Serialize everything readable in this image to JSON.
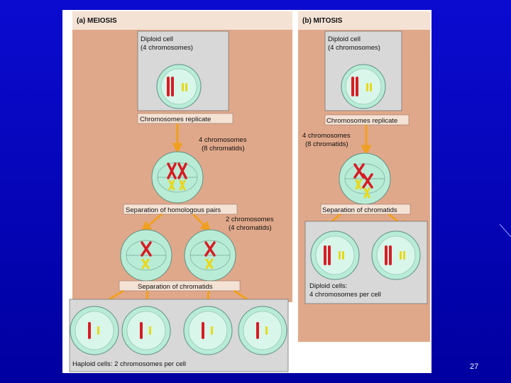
{
  "meiosis": {
    "header": "(a) MEIOSIS",
    "diploid_label_1": "Diploid cell",
    "diploid_label_2": "(4 chromosomes)",
    "replicate_label": "Chromosomes replicate",
    "count_label_1": "4 chromosomes",
    "count_label_2": "(8 chromatids)",
    "homologous_label": "Separation of homologous pairs",
    "second_count_1": "2 chromosomes",
    "second_count_2": "(4 chromatids)",
    "chromatid_sep_label": "Separation of chromatids",
    "haploid_label": "Haploid cells: 2 chromosomes per cell"
  },
  "mitosis": {
    "header": "(b) MITOSIS",
    "diploid_label_1": "Diploid cell",
    "diploid_label_2": "(4 chromosomes)",
    "replicate_label": "Chromosomes replicate",
    "count_label_1": "4 chromosomes",
    "count_label_2": "(8 chromatids)",
    "chromatid_sep_label": "Separation of chromatids",
    "diploid_cells_label_1": "Diploid cells:",
    "diploid_cells_label_2": "4 chromosomes per cell"
  },
  "slide": {
    "page_number": "27"
  },
  "colors": {
    "panel": "#e0a88a",
    "box": "#d8d8d8",
    "cell": "#b8ecd6",
    "arrow": "#f0a020",
    "chromosome_large": "#d81c24",
    "chromosome_small": "#e8d818",
    "background": "#0a0ab8"
  }
}
